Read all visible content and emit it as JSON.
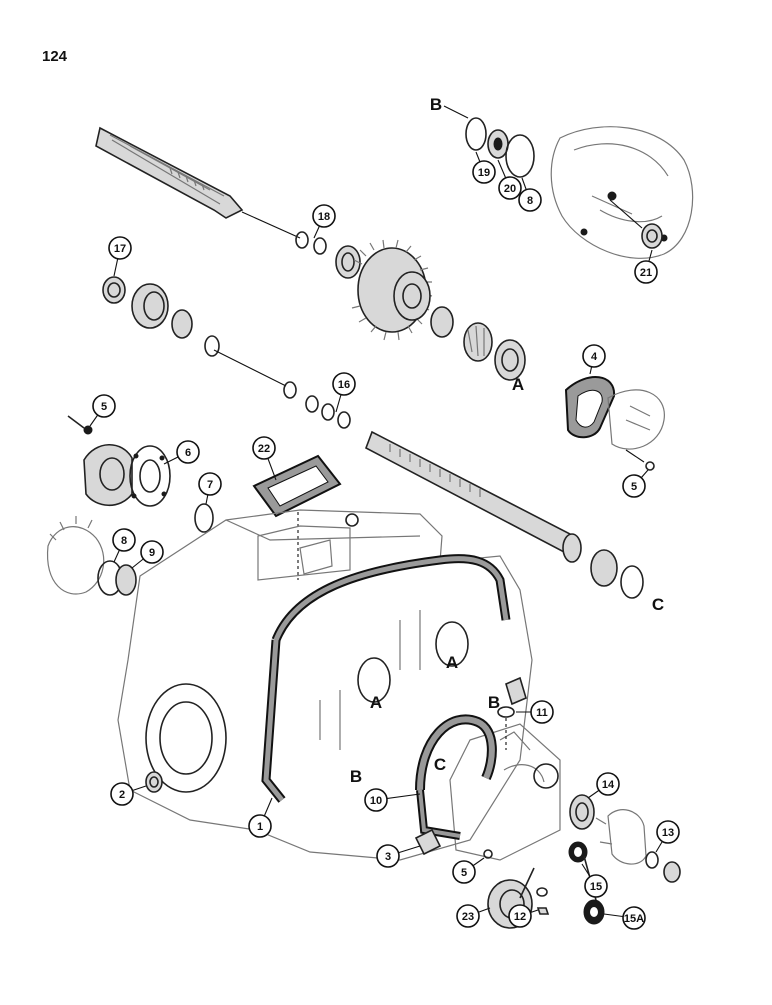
{
  "page_number": "124",
  "diagram": {
    "callouts": [
      "1",
      "2",
      "3",
      "4",
      "5",
      "6",
      "7",
      "8",
      "9",
      "10",
      "11",
      "12",
      "13",
      "14",
      "15",
      "15A",
      "16",
      "17",
      "18",
      "19",
      "20",
      "21",
      "22",
      "23"
    ],
    "reference_letters": [
      "A",
      "B",
      "C"
    ]
  }
}
